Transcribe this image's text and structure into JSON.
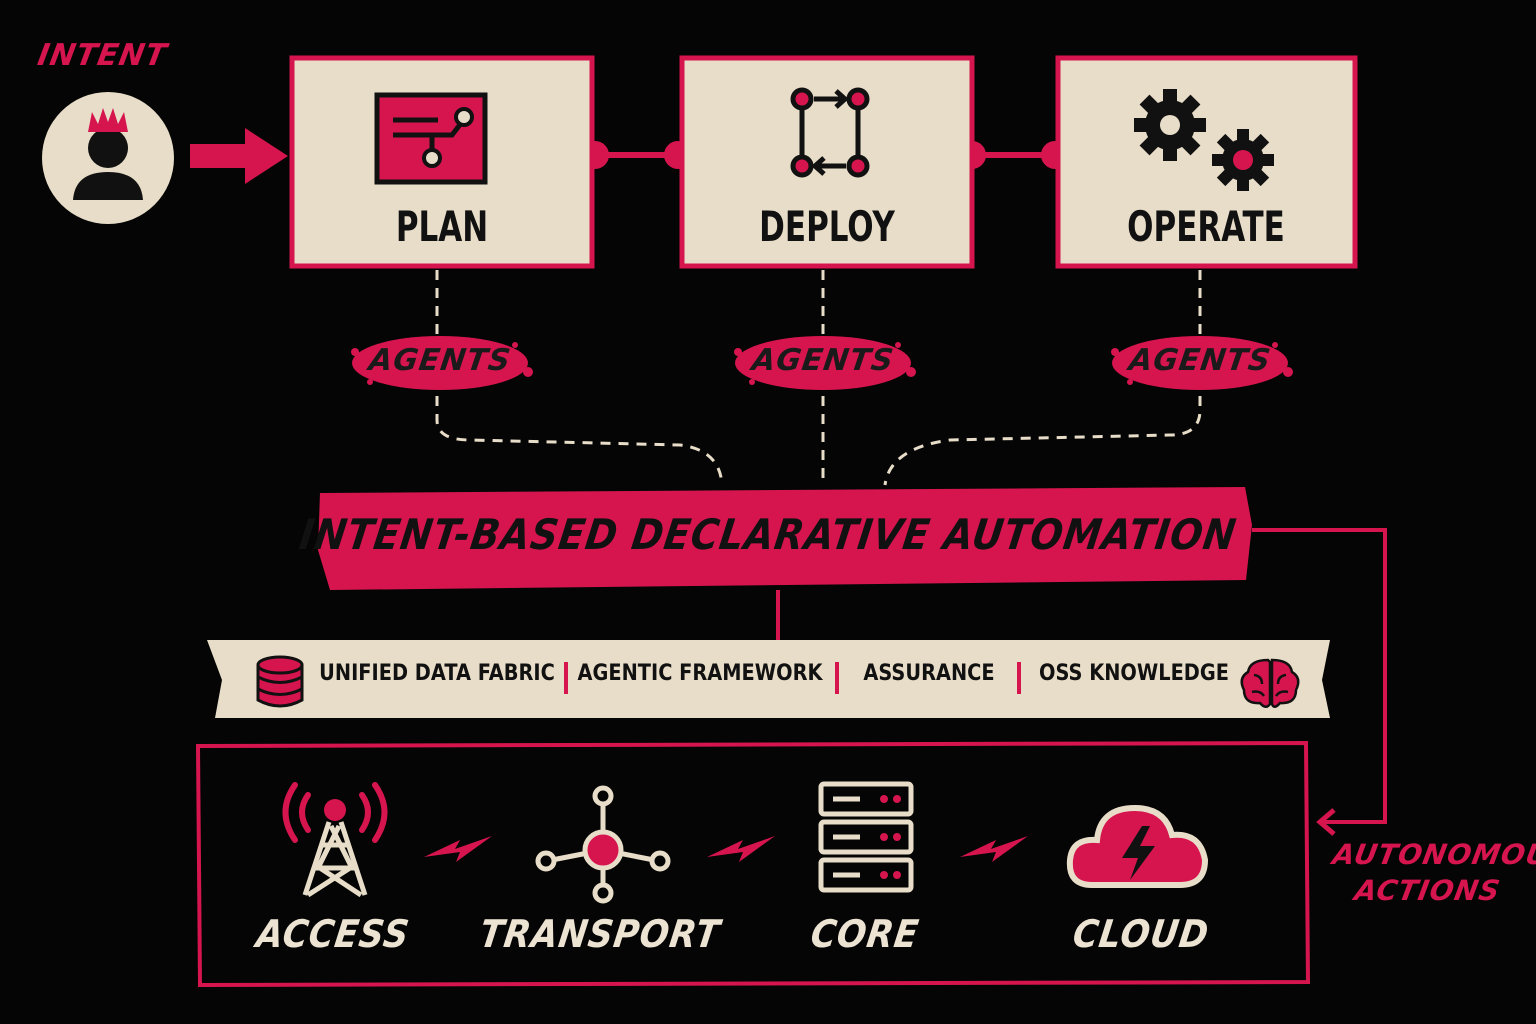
{
  "intent": {
    "label": "INTENT"
  },
  "stages": [
    {
      "label": "PLAN",
      "icon": "plan-flow-icon"
    },
    {
      "label": "DEPLOY",
      "icon": "deploy-cycle-icon"
    },
    {
      "label": "OPERATE",
      "icon": "gears-icon"
    }
  ],
  "agents": {
    "label": "AGENTS"
  },
  "banner": {
    "text": "INTENT-BASED DECLARATIVE AUTOMATION"
  },
  "fabric": {
    "items": [
      "UNIFIED DATA FABRIC",
      "AGENTIC FRAMEWORK",
      "ASSURANCE",
      "OSS KNOWLEDGE"
    ],
    "icons": [
      "database-icon",
      "brain-icon"
    ]
  },
  "layers": [
    {
      "label": "ACCESS",
      "icon": "antenna-tower-icon"
    },
    {
      "label": "TRANSPORT",
      "icon": "hub-network-icon"
    },
    {
      "label": "CORE",
      "icon": "server-rack-icon"
    },
    {
      "label": "CLOUD",
      "icon": "cloud-bolt-icon"
    }
  ],
  "autonomous": {
    "line1": "AUTONOMOUS",
    "line2": "ACTIONS"
  },
  "colors": {
    "accent": "#d6154f",
    "paper": "#e8ddc8",
    "ink": "#111111",
    "background": "#050505"
  }
}
